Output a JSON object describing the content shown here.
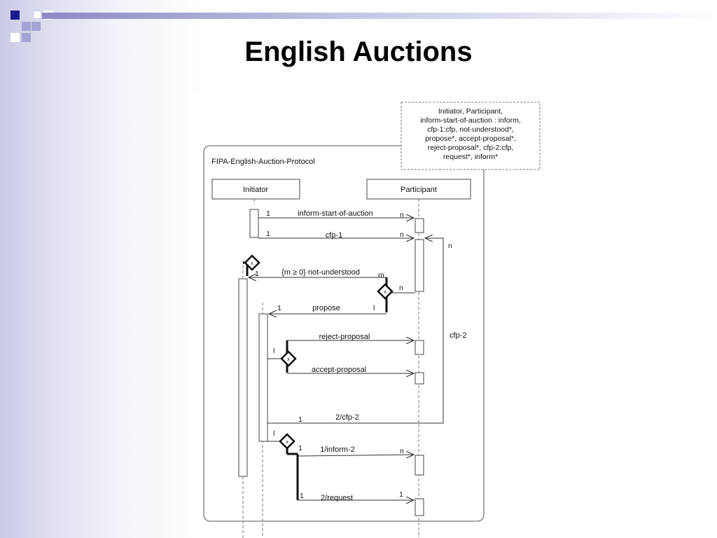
{
  "slide": {
    "title": "English Auctions",
    "colors": {
      "accent": "#1a1a8c",
      "accent_light": "#9f9fd2",
      "background_tint": "#d6d6ee"
    }
  },
  "diagram": {
    "frame_label": "FIPA-English-Auction-Protocol",
    "note_lines": [
      "Initiator, Participant,",
      "inform-start-of-auction : inform,",
      "cfp-1:cfp, not-understood*,",
      "propose*, accept-proposal*,",
      "reject-proposal*, cfp-2:cfp,",
      "request*, inform*"
    ],
    "roles": {
      "initiator": "Initiator",
      "participant": "Participant"
    },
    "messages": {
      "inform_start": "inform-start-of-auction",
      "cfp1": "cfp-1",
      "not_understood": "{m ≥ 0} not-understood",
      "propose": "propose",
      "reject": "reject-proposal",
      "accept": "accept-proposal",
      "cfp2_return": "2/cfp-2",
      "inform2": "1/inform-2",
      "request": "2/request",
      "cfp2_side": "cfp-2"
    },
    "multiplicity": {
      "one": "1",
      "n": "n",
      "m": "m",
      "l": "l"
    }
  }
}
